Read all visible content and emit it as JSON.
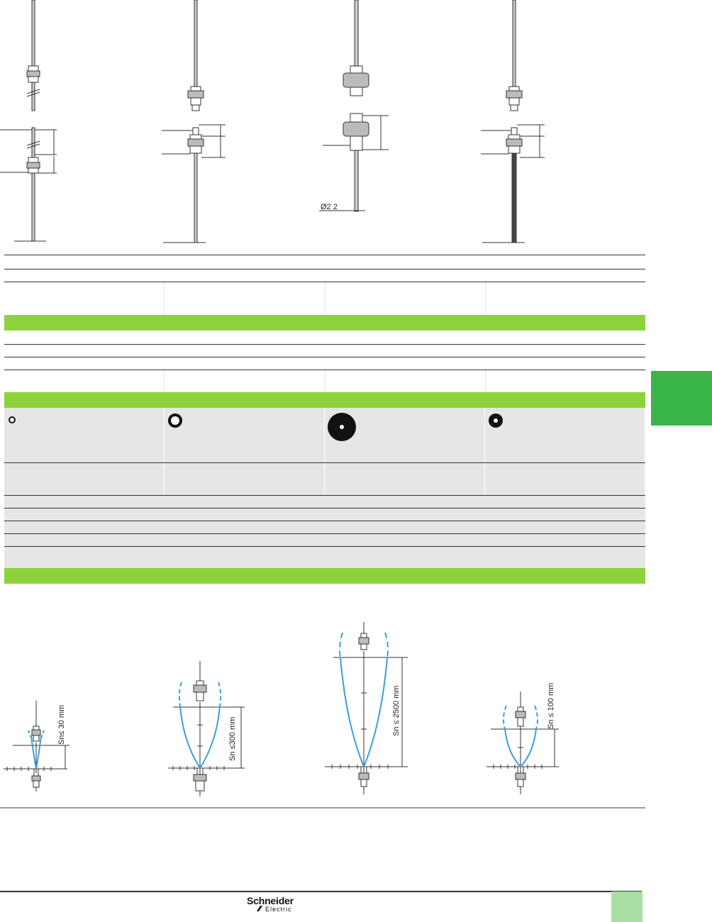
{
  "drawings": {
    "model3_diameter_label": "Ø2 2"
  },
  "range_diagrams": [
    {
      "label": "Sn≤  30 mm"
    },
    {
      "label": "Sn   ≤300 mm"
    },
    {
      "label": "Sn ≤ 2500 mm"
    },
    {
      "label": "Sn ≤ 100 mm"
    }
  ],
  "footer": {
    "brand_line1": "Schneider",
    "brand_line2": "Electric"
  },
  "colors": {
    "band_green": "#8dd23c",
    "tab_green": "#39b54a",
    "footer_green": "#a8e0a4",
    "beam_blue": "#3aa0dc",
    "cell_grey": "#e6e6e6"
  }
}
